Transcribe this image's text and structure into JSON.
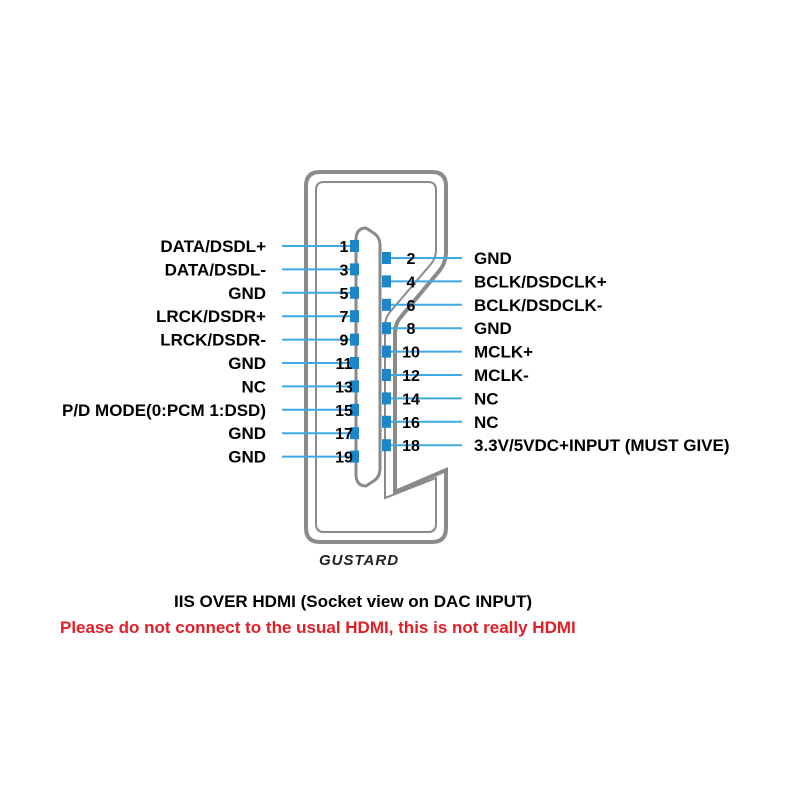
{
  "colors": {
    "lead": "#3fa9e1",
    "pad": "#1c86c8",
    "connector": "#8a8a8a",
    "warning": "#e41e26"
  },
  "left_pins": [
    {
      "num": "1",
      "label": "DATA/DSDL+"
    },
    {
      "num": "3",
      "label": "DATA/DSDL-"
    },
    {
      "num": "5",
      "label": "GND"
    },
    {
      "num": "7",
      "label": "LRCK/DSDR+"
    },
    {
      "num": "9",
      "label": "LRCK/DSDR-"
    },
    {
      "num": "11",
      "label": "GND"
    },
    {
      "num": "13",
      "label": "NC"
    },
    {
      "num": "15",
      "label": "P/D MODE(0:PCM 1:DSD)"
    },
    {
      "num": "17",
      "label": "GND"
    },
    {
      "num": "19",
      "label": "GND"
    }
  ],
  "right_pins": [
    {
      "num": "2",
      "label": "GND"
    },
    {
      "num": "4",
      "label": "BCLK/DSDCLK+"
    },
    {
      "num": "6",
      "label": "BCLK/DSDCLK-"
    },
    {
      "num": "8",
      "label": "GND"
    },
    {
      "num": "10",
      "label": "MCLK+"
    },
    {
      "num": "12",
      "label": "MCLK-"
    },
    {
      "num": "14",
      "label": "NC"
    },
    {
      "num": "16",
      "label": "NC"
    },
    {
      "num": "18",
      "label": "3.3V/5VDC+INPUT (MUST GIVE)"
    }
  ],
  "brand": "GUSTARD",
  "caption": "IIS OVER HDMI  (Socket view on DAC INPUT)",
  "warning": "Please do not connect to the usual HDMI, this is not really HDMI"
}
